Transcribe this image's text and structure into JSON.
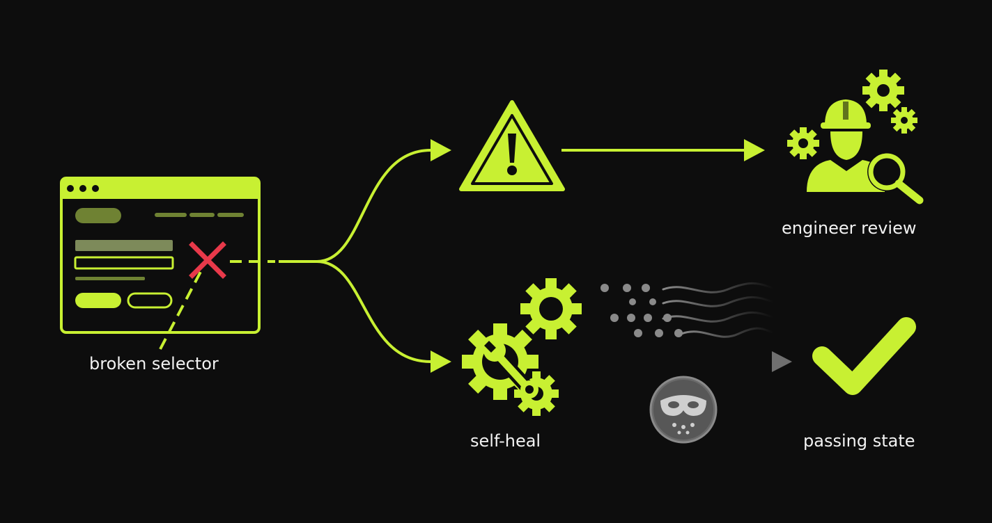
{
  "colors": {
    "background": "#0d0d0d",
    "accent": "#c8f032",
    "error": "#e8394a",
    "muted": "#7a7a7a",
    "text": "#f2f2f2"
  },
  "nodes": {
    "broken_selector": {
      "label": "broken selector",
      "icon": "browser-window-icon"
    },
    "warning": {
      "icon": "warning-triangle-icon"
    },
    "engineer_review": {
      "label": "engineer review",
      "icon": "engineer-gears-icon"
    },
    "self_heal": {
      "label": "self-heal",
      "icon": "gear-wrench-icon"
    },
    "passing_state": {
      "label": "passing state",
      "icon": "check-icon"
    },
    "masked_agent": {
      "icon": "mask-icon"
    }
  },
  "edges": [
    {
      "from": "broken_selector",
      "to": "warning",
      "style": "solid"
    },
    {
      "from": "broken_selector",
      "to": "self_heal",
      "style": "solid"
    },
    {
      "from": "warning",
      "to": "engineer_review",
      "style": "solid"
    },
    {
      "from": "self_heal",
      "to": "passing_state",
      "style": "fade"
    }
  ]
}
